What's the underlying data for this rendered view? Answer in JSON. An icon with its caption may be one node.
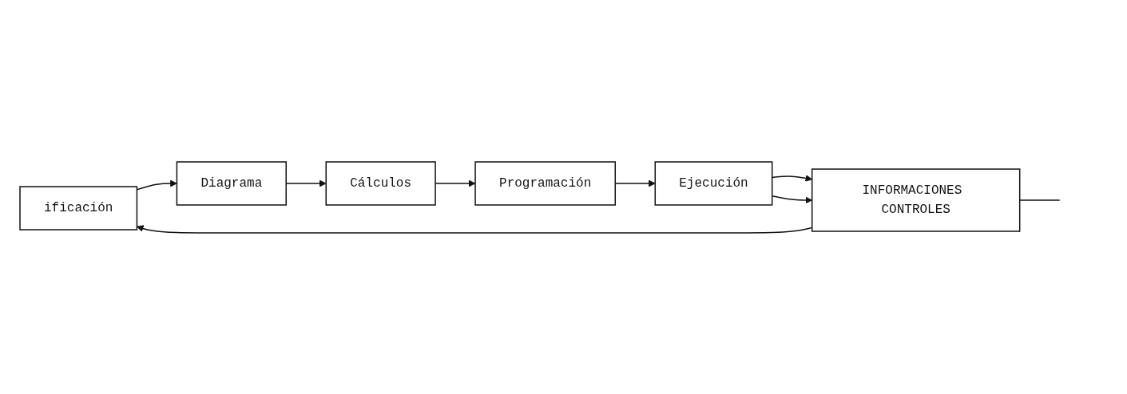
{
  "diagram": {
    "nodes": [
      {
        "text": [
          "ificación"
        ]
      },
      {
        "text": [
          "Diagrama"
        ]
      },
      {
        "text": [
          "Cálculos"
        ]
      },
      {
        "text": [
          "Programación"
        ]
      },
      {
        "text": [
          "Ejecución"
        ]
      },
      {
        "text": [
          "INFORMACIONES CONTROLES"
        ]
      }
    ],
    "edges": [
      {
        "from": 0,
        "to": 1,
        "arrow": "to"
      },
      {
        "from": 1,
        "to": 2,
        "arrow": "to"
      },
      {
        "from": 2,
        "to": 3,
        "arrow": "to"
      },
      {
        "from": 3,
        "to": 4,
        "arrow": "to"
      },
      {
        "from": 4,
        "to": 5,
        "arrow": "to"
      },
      {
        "from": 4,
        "to": 5,
        "arrow": "to"
      },
      {
        "from": 5,
        "to": 0,
        "arrow": "to"
      },
      {
        "from": 5,
        "to": null,
        "arrow": "none"
      }
    ]
  }
}
